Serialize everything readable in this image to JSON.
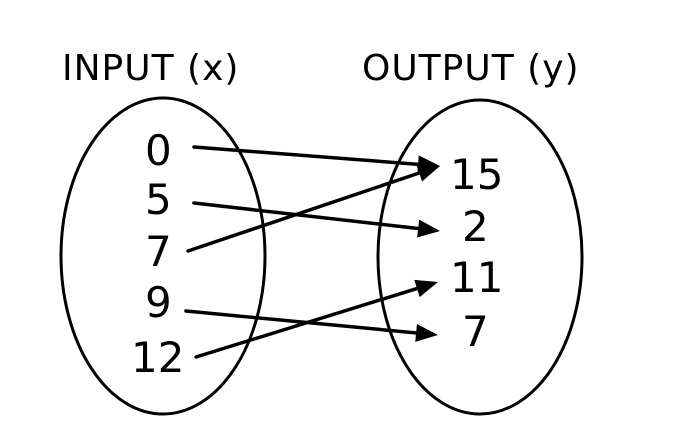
{
  "input_set": {
    "title": "INPUT (x)",
    "values": [
      "0",
      "5",
      "7",
      "9",
      "12"
    ]
  },
  "output_set": {
    "title": "OUTPUT (y)",
    "values": [
      "15",
      "2",
      "11",
      "7"
    ]
  },
  "mappings": [
    {
      "from": "0",
      "to": "15"
    },
    {
      "from": "5",
      "to": "2"
    },
    {
      "from": "7",
      "to": "15"
    },
    {
      "from": "9",
      "to": "7"
    },
    {
      "from": "12",
      "to": "11"
    }
  ],
  "colors": {
    "line": "#000000",
    "text": "#000000",
    "background": "#ffffff"
  }
}
